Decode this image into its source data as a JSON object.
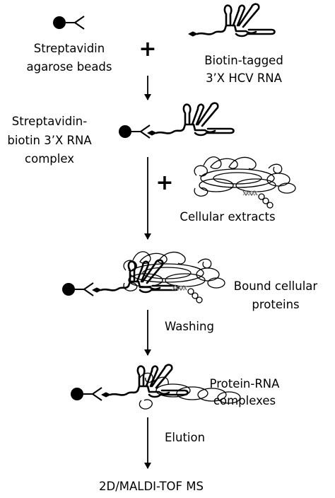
{
  "labels": {
    "beads_line1": "Streptavidin",
    "beads_line2": "agarose  beads",
    "rna_line1": "Biotin-tagged",
    "rna_line2": "3’X HCV RNA",
    "complex_line1": "Streptavidin-",
    "complex_line2": "biotin 3’X RNA",
    "complex_line3": "complex",
    "extracts": "Cellular extracts",
    "bound_line1": "Bound cellular",
    "bound_line2": "proteins",
    "washing": "Washing",
    "prc_line1": "Protein-RNA",
    "prc_line2": "complexes",
    "elution": "Elution",
    "final": "2D/MALDI-TOF MS"
  },
  "symbols": {
    "plus_1": "+",
    "plus_2": "+"
  }
}
